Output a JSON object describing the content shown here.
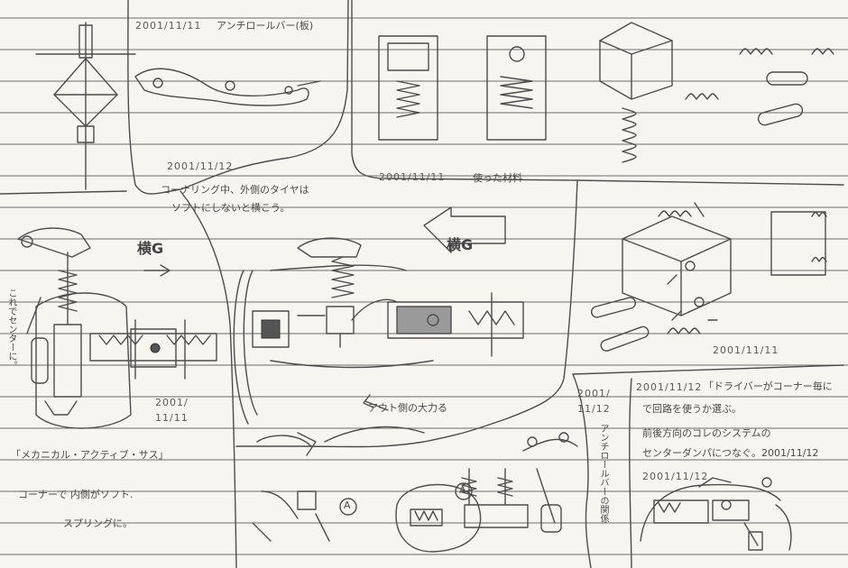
{
  "notes": {
    "date_top_left": "2001/11/11",
    "title_anti_roll_bar": "アンチロールバー(板)",
    "date_used_material": "2001/11/11",
    "used_material": "使った材料",
    "date_center": "2001/11/12",
    "cornering_line1": "コーナリング中、外側のタイヤは",
    "cornering_line2": "ソフトにしないと横こう。",
    "lateral_g_left": "横G",
    "lateral_g_center": "横G",
    "vertical_left_note": "これでセンターに。",
    "date_left_bottom_1": "2001/",
    "date_left_bottom_2": "11/11",
    "mechanical_active_sus": "「メカニカル・アクティブ・サス」",
    "inner_soft_line1": "コーナーで 内側がソフト.",
    "inner_soft_line2": "スプリングに。",
    "outside_input": "アウト側の大力る",
    "date_right_block": "2001/11/11",
    "date_lower_mid_1": "2001/",
    "date_lower_mid_2": "11/12",
    "anti_roll_bar_vertical": "アンチロールバーの関係",
    "date_lower_right": "2001/11/12",
    "driver_note": "「ドライバーがコーナー毎に",
    "circuit_note": "で回路を使うか選ぶ。",
    "front_rear_note": "前後方向のコレのシステムの",
    "center_diff_note": "センターダンパにつなぐ。2001/11/12",
    "date_small_bottom": "2001/11/12",
    "label_a": "A"
  }
}
